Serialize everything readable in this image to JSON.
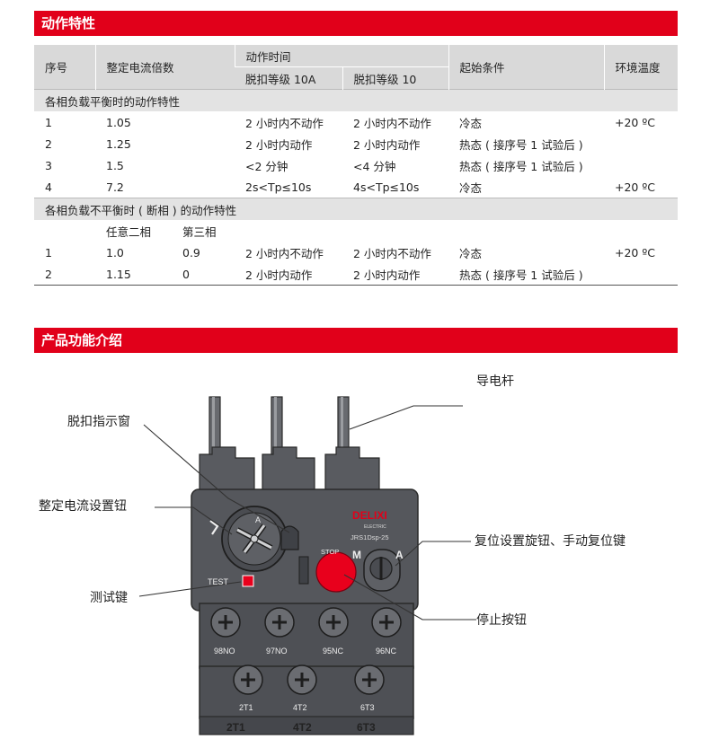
{
  "section1_title": "动作特性",
  "section2_title": "产品功能介绍",
  "header": {
    "seq": "序号",
    "multiple": "整定电流倍数",
    "action_time": "动作时间",
    "class10a": "脱扣等级 10A",
    "class10": "脱扣等级 10",
    "start_cond": "起始条件",
    "ambient": "环境温度"
  },
  "balanced_title": "各相负载平衡时的动作特性",
  "balanced_rows": [
    {
      "n": "1",
      "mult": "1.05",
      "t10a": "2 小时内不动作",
      "t10": "2 小时内不动作",
      "cond": "冷态",
      "temp": "+20 ºC"
    },
    {
      "n": "2",
      "mult": "1.25",
      "t10a": "2 小时内动作",
      "t10": "2 小时内动作",
      "cond": "热态 ( 接序号 1 试验后 )",
      "temp": ""
    },
    {
      "n": "3",
      "mult": "1.5",
      "t10a": "<2 分钟",
      "t10": "<4 分钟",
      "cond": "热态 ( 接序号 1 试验后 )",
      "temp": ""
    },
    {
      "n": "4",
      "mult": "7.2",
      "t10a": "2s<Tp≤10s",
      "t10": "4s<Tp≤10s",
      "cond": "冷态",
      "temp": "+20 ºC"
    }
  ],
  "unbalanced_title": "各相负载不平衡时 ( 断相 ) 的动作特性",
  "unbalanced_sub": {
    "any_two": "任意二相",
    "third": "第三相"
  },
  "unbalanced_rows": [
    {
      "n": "1",
      "a": "1.0",
      "b": "0.9",
      "t10a": "2 小时内不动作",
      "t10": "2 小时内不动作",
      "cond": "冷态",
      "temp": "+20 ºC"
    },
    {
      "n": "2",
      "a": "1.15",
      "b": "0",
      "t10a": "2 小时内动作",
      "t10": "2 小时内动作",
      "cond": "热态 ( 接序号 1 试验后 )",
      "temp": ""
    }
  ],
  "annotations": {
    "rod": "导电杆",
    "window": "脱扣指示窗",
    "setting_knob": "整定电流设置钮",
    "reset": "复位设置旋钮、手动复位键",
    "test_key": "测试键",
    "stop": "停止按钮"
  },
  "device": {
    "brand": "DELIXI",
    "brand_sub": "ELECTRIC",
    "model": "JRS1Dsp-25",
    "stop": "STOP",
    "m": "M",
    "a": "A",
    "test": "TEST",
    "terms_top": [
      "98NO",
      "97NO",
      "95NC",
      "96NC"
    ],
    "terms_bottom": [
      "2T1",
      "4T2",
      "6T3"
    ],
    "base_labels": [
      "2T1",
      "4T2",
      "6T3"
    ],
    "dial_a": "A"
  },
  "colors": {
    "accent": "#e1001a",
    "device": "#55575c",
    "knob": "#e8001c"
  }
}
